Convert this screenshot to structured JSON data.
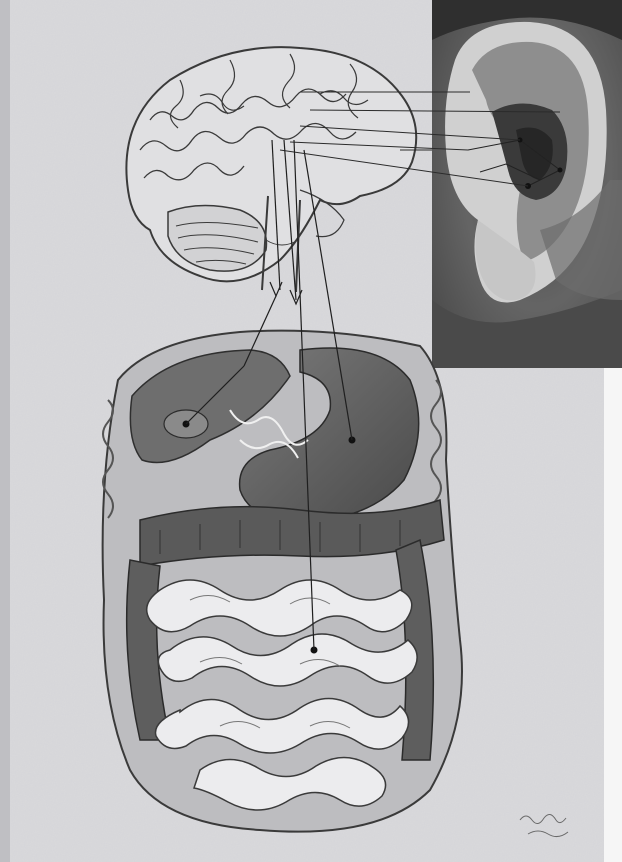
{
  "figure": {
    "kind": "scanned engraving",
    "subjects": [
      "brain-illustration",
      "ear-photograph",
      "abdominal-organs-illustration"
    ],
    "paper_color": "#d9d9dc",
    "ink_color": "#3a3a3a",
    "photo_dark": "#3d3d3d",
    "photo_mid": "#8a8a8a",
    "photo_light": "#d4d4d4"
  },
  "page": {
    "signature_scribble": "illegible"
  }
}
